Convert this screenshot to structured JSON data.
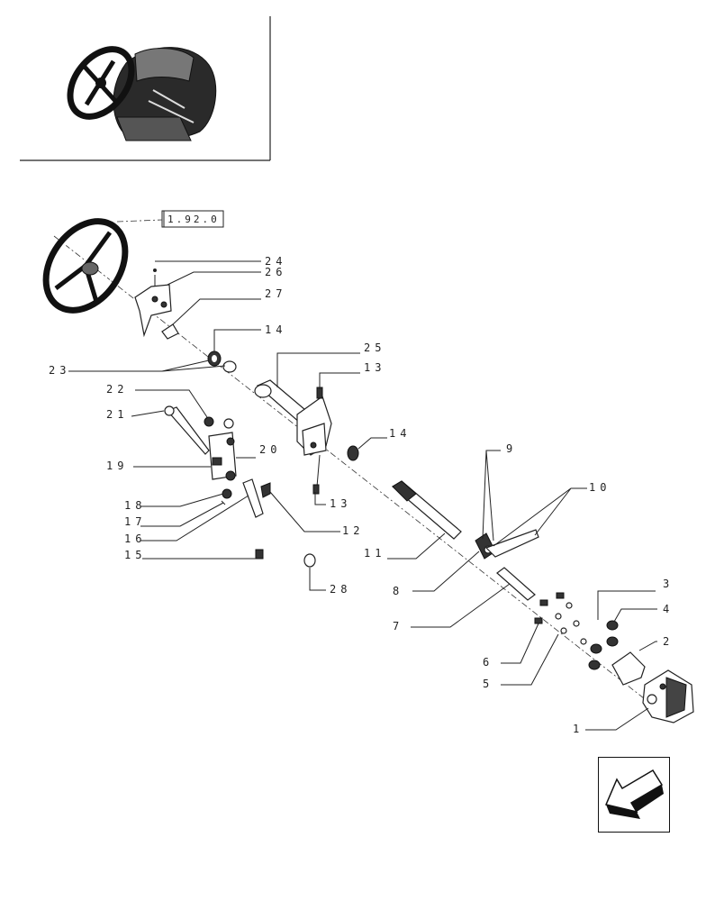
{
  "reference": "1.92.0",
  "labels": {
    "l1": "1",
    "l2": "2",
    "l3": "3",
    "l4": "4",
    "l5": "5",
    "l6": "6",
    "l7": "7",
    "l8": "8",
    "l9": "9",
    "l10": "10",
    "l11": "11",
    "l12": "12",
    "l13a": "13",
    "l13b": "13",
    "l14a": "14",
    "l14b": "14",
    "l15": "15",
    "l16": "16",
    "l17": "17",
    "l18": "18",
    "l19": "19",
    "l20": "20",
    "l21": "21",
    "l22": "22",
    "l23": "23",
    "l24": "24",
    "l25": "25",
    "l26": "26",
    "l27": "27",
    "l28": "28"
  },
  "icons": {
    "nav": "arrow-down-left-icon",
    "thumb": "tractor-thumbnail"
  }
}
